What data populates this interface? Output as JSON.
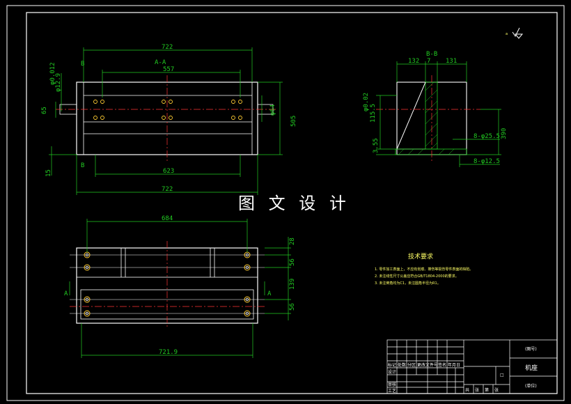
{
  "watermark": "图 文 设 计",
  "surface_symbol": "a",
  "front_view": {
    "section_label": "A-A",
    "cut_label_b_top": "B",
    "cut_label_b_bottom": "B",
    "dim_overall_top": "722",
    "dim_holes": "557",
    "dim_bottom_inner": "623",
    "dim_overall_bottom": "722",
    "dim_left_tol": "φ0.012",
    "dim_left_dia": "φ12.9",
    "dim_left_65": "65",
    "dim_left_15": "15",
    "dim_right_64": "φ64",
    "dim_right_505": "505"
  },
  "side_view": {
    "section_label": "B-B",
    "dim_132": "132",
    "dim_7": "7",
    "dim_131": "131",
    "dim_tol": "φ0.02",
    "dim_115": "115.5",
    "dim_355": "3.55",
    "dim_390": "390",
    "dim_holes_255": "8-φ25.5",
    "dim_holes_125": "8-φ12.5"
  },
  "top_view": {
    "dim_684": "684",
    "dim_7219": "721.9",
    "dim_28": "28",
    "dim_56a": "56",
    "dim_139": "139",
    "dim_56b": "56",
    "cut_label_a_left": "A",
    "cut_label_a_right": "A"
  },
  "notes": {
    "title": "技术要求",
    "lines": [
      "1. 零件加工表面上，不应有划痕、擦伤等损伤零件表面的缺陷。",
      "2. 未注线性尺寸公差应符合GB/T1804-2000的要求。",
      "3. 未注倒角均为C1，未注圆角半径为R1。"
    ]
  },
  "title_block": {
    "top_right": "(图号)",
    "part_name": "机座",
    "bottom_right": "(单位)",
    "scale_box": "□",
    "row_labels": [
      "标记",
      "处数",
      "分区",
      "更改文件号",
      "签名",
      "年月日"
    ],
    "side_labels": [
      "设计",
      "审核",
      "工艺"
    ],
    "bottom_labels": [
      "共",
      "张",
      "第",
      "张"
    ]
  }
}
